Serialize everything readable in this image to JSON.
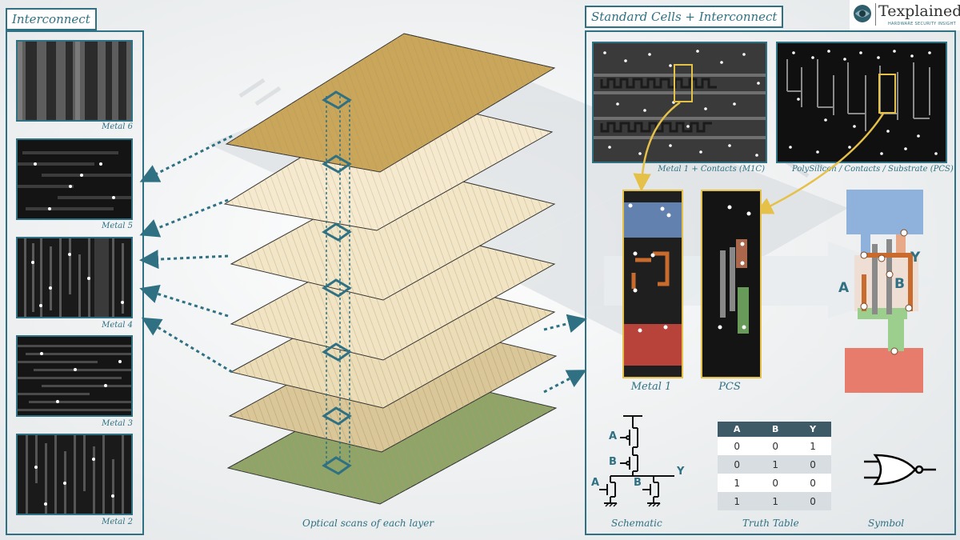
{
  "left_panel": {
    "title": "Interconnect",
    "layers": [
      {
        "label": "Metal 6"
      },
      {
        "label": "Metal 5"
      },
      {
        "label": "Metal 4"
      },
      {
        "label": "Metal 3"
      },
      {
        "label": "Metal 2"
      }
    ]
  },
  "center": {
    "caption": "Optical scans of each layer"
  },
  "right_panel": {
    "title": "Standard Cells + Interconnect",
    "scan_top_left_label": "Metal 1 + Contacts (M1C)",
    "scan_top_right_label": "PolySilicon / Contacts / Substrate (PCS)",
    "crop_left_label": "Metal 1",
    "crop_right_label": "PCS",
    "layout_labels": {
      "a": "A",
      "b": "B",
      "y": "Y"
    },
    "schematic": {
      "label": "Schematic",
      "pins": {
        "a_top": "A",
        "b_mid": "B",
        "a_bottom": "A",
        "b_bottom": "B",
        "y": "Y"
      }
    },
    "truth_table": {
      "label": "Truth Table",
      "headers": [
        "A",
        "B",
        "Y"
      ],
      "rows": [
        [
          "0",
          "0",
          "1"
        ],
        [
          "0",
          "1",
          "0"
        ],
        [
          "1",
          "0",
          "0"
        ],
        [
          "1",
          "1",
          "0"
        ]
      ]
    },
    "symbol_label": "Symbol"
  },
  "brand": {
    "name": "Texplained",
    "tagline": "HARDWARE SECURITY INSIGHT"
  },
  "colors": {
    "accent": "#2f7183",
    "highlight": "#e5c14a",
    "vdd_blue": "#8fb2dc",
    "gnd_red": "#e77b6c",
    "metal_orange": "#c86b2c",
    "poly_gray": "#8a8a8a",
    "diff_green": "#9ccf8e"
  }
}
